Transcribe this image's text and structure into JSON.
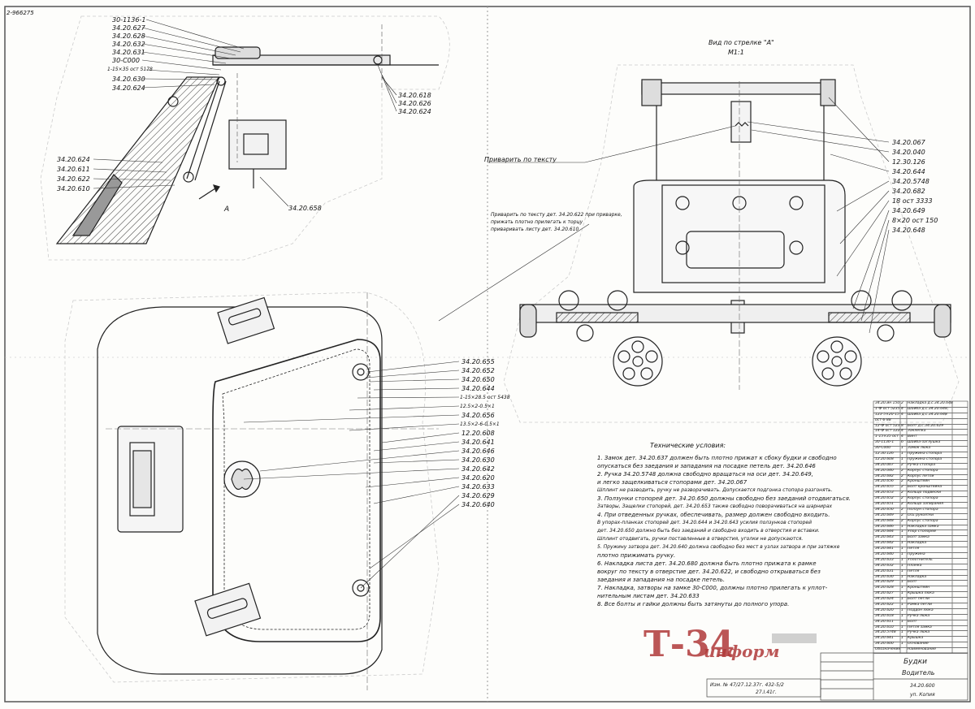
{
  "sheet_id": "2-966275",
  "view_title": "Вид по стрелке \"А\"",
  "view_scale": "М1:1",
  "weld_note": "Приварить по тексту",
  "weld_note2": [
    "Приварить по тексту дет. 34.20.622 при приварке,",
    "прижать плотно прилегать к торцу",
    "приваривать листу дет. 34.20.610"
  ],
  "arrow_label": "А",
  "top_left_labels": [
    "30-1136-1",
    "34.20.627",
    "34.20.628",
    "34.20.632",
    "34.20.631",
    "30-С000",
    "1-15×35 ост 5178",
    "34.20.630",
    "34.20.624"
  ],
  "top_right_labels": [
    "34.20.618",
    "34.20.626",
    "34.20.624"
  ],
  "left_side_labels": [
    "34.20.624",
    "34.20.611",
    "34.20.622",
    "34.20.610"
  ],
  "bottom_center_label": "34.20.658",
  "middle_labels": [
    "34.20.655",
    "34.20.652",
    "34.20.650",
    "34.20.644",
    "1-15×28.5 ост 5438",
    "12.5×2-0.5×1",
    "34.20.656",
    "13.5×2-6-0.5×1",
    "12.20.608",
    "34.20.641",
    "34.20.646",
    "34.20.630",
    "34.20.642",
    "34.20.620",
    "34.20.633",
    "34.20.629",
    "34.20.640"
  ],
  "right_labels": [
    "34.20.067",
    "34.20.040",
    "12.30.126",
    "34.20.644",
    "34.20.5748",
    "34.20.682",
    "18 ост 3333",
    "34.20.649",
    "8×20 ост 150",
    "34.20.648"
  ],
  "tech_title": "Технические условия:",
  "tech_notes": [
    "1. Замок дет. 34.20.637 должен быть плотно прижат к сбоку будки и свободно",
    "   опускаться без заедания и западания на посадке петель дет. 34.20.646",
    "2. Ручка 34.20.5748 должна свободно вращаться на оси дет. 34.20.649,",
    "   и легко защелкиваться стопорами дет. 34.20.067",
    "   Шплинт не разводить, ручку не разворачивать. Допускается подгонка стопора разгонять.",
    "3. Ползунки стопорей дет. 34.20.650 должны свободно без заеданий отодвигаться.",
    "   Затворы, Защелки стопорей, дет. 34.20.653 также свободно поворачиваться на шарнирах",
    "4. При отведенных ручках, обеспечивать, размер должен свободно входить.",
    "   В упорах-планках стопорей дет. 34.20.644 и 34.20.643 усилия ползунков стопорей",
    "   дет. 34.20.650 должно быть без заеданий и свободно входить в отверстия и вставки.",
    "   Шплинт отодвигать, ручки поставленные в отверстия, уголки не допускаются.",
    "5. Пружину затвора дет. 34.20.640 должна свободно без мест в узлах затвора и при затяжке",
    "   плотно прижимать ручку.",
    "6. Накладка листа дет. 34.20.680 должна быть плотно прижата к рамке",
    "   вокруг по тексту в отверстие дет. 34.20.622, и свободно открываться без",
    "   заедания и западания на посадке петель.",
    "7. Накладка, затворы на замке 30-С000, должны плотно прилегать к уплот-",
    "   нительным листам дет. 34.20.633",
    "8. Все болты и гайки должны быть затянуты до полного упора."
  ],
  "parts_list": [
    [
      "34.20.ин 150",
      "2",
      "Накладка д.с.34.20.648"
    ],
    [
      "1-Ф ост 5235",
      "4",
      "Шайба д.с.34.20.648"
    ],
    [
      "123-5×20-15",
      "4",
      "Шайба д.с.34.20.648"
    ],
    [
      "ост-6-88",
      "",
      ""
    ],
    [
      "12-Ф ост 5235",
      "8",
      "Болт д.с.34.20.629"
    ],
    [
      "14-Ф ост 1220",
      "4",
      "Заклепка"
    ],
    [
      "1-15×35 ост 5178",
      "4",
      "Винт"
    ],
    [
      "30-1136-1",
      "6",
      "Шайба-заглушка"
    ],
    [
      "30-С000",
      "1",
      "Замок люка"
    ],
    [
      "12.30.126",
      "1",
      "Пружина стопора"
    ],
    [
      "12.20.608",
      "1",
      "Пружина стопора"
    ],
    [
      "34.20.067",
      "2",
      "Ручка стопора"
    ],
    [
      "34.20.040",
      "2",
      "Корпус стопора"
    ],
    [
      "34.20.682",
      "2",
      "Корпус петли"
    ],
    [
      "34.20.656",
      "2",
      "Кронштейн"
    ],
    [
      "34.20.655",
      "2",
      "Болт кронштейна"
    ],
    [
      "34.20.653",
      "2",
      "Кольцо подвески"
    ],
    [
      "34.20.652",
      "2",
      "Корпус стопора"
    ],
    [
      "34.20.651",
      "2",
      "Кольцо запирания"
    ],
    [
      "34.20.650",
      "2",
      "Ползун стопора"
    ],
    [
      "34.20.649",
      "2",
      "Ось рукоятки"
    ],
    [
      "34.20.648",
      "2",
      "Корпус стопора"
    ],
    [
      "34.20.646",
      "1",
      "Накладка замка"
    ],
    [
      "34.20.644",
      "1",
      "Упор стопорей"
    ],
    [
      "34.20.643",
      "1",
      "Болт замка"
    ],
    [
      "34.20.642",
      "1",
      "Накладка"
    ],
    [
      "34.20.641",
      "1",
      "Петля"
    ],
    [
      "34.20.640",
      "1",
      "Пружина"
    ],
    [
      "34.20.633",
      "1",
      "Уплотнитель"
    ],
    [
      "34.20.632",
      "1",
      "Планка"
    ],
    [
      "34.20.631",
      "1",
      "Петля"
    ],
    [
      "34.20.630",
      "1",
      "Накладка"
    ],
    [
      "34.20.629",
      "1",
      "Болт"
    ],
    [
      "34.20.628",
      "1",
      "Кронштейн"
    ],
    [
      "34.20.627",
      "1",
      "Крышка люка"
    ],
    [
      "34.20.624",
      "1",
      "Болт петли"
    ],
    [
      "34.20.622",
      "1",
      "Рамка петли"
    ],
    [
      "34.20.620",
      "1",
      "Поддон люка"
    ],
    [
      "34.20.618",
      "1",
      "Ручка люка"
    ],
    [
      "34.20.611",
      "1",
      "Болт"
    ],
    [
      "34.20.610",
      "1",
      "Петля замка"
    ],
    [
      "34.20.5748",
      "1",
      "Ручка люка"
    ],
    [
      "34.20.641",
      "1",
      "Крышка"
    ],
    [
      "34.20.600",
      "1",
      "Основание"
    ],
    [
      "Обозначение",
      "",
      "Наименование"
    ]
  ],
  "title_block": {
    "name": "Будки",
    "subname": "Водитель",
    "stamp": "Изм. № 47/27.12.37г. 432-5/2",
    "stamp2": "27.I.41г.",
    "code": "34.20.600",
    "bottom": "уп. Копия"
  },
  "watermark": {
    "main": "Т-34",
    "sub": "информ",
    "color": "#b03a3a"
  }
}
